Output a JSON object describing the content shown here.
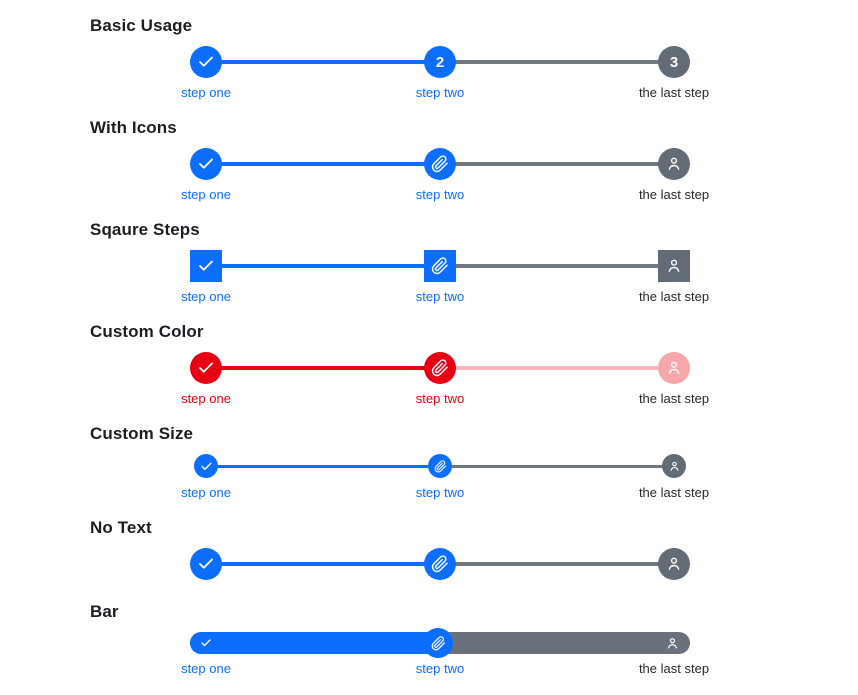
{
  "colors": {
    "accent_blue": "#0d6efd",
    "marker_gray": "#626c76",
    "line_gray": "#6f777f",
    "bar_gray": "#6a717b",
    "accent_red": "#e70013",
    "pale_red": "#f7a6aa",
    "label_dark": "#26292e",
    "title_dark": "#1b1f24"
  },
  "sections": [
    {
      "title": "Basic Usage",
      "variant": "basic",
      "steps": [
        {
          "label": "step one",
          "icon": "check-icon",
          "state": "done"
        },
        {
          "label": "step two",
          "marker_text": "2",
          "state": "active"
        },
        {
          "label": "the last step",
          "marker_text": "3",
          "state": "todo"
        }
      ]
    },
    {
      "title": "With Icons",
      "variant": "icons",
      "steps": [
        {
          "label": "step one",
          "icon": "check-icon",
          "state": "done"
        },
        {
          "label": "step two",
          "icon": "paperclip-icon",
          "state": "active"
        },
        {
          "label": "the last step",
          "icon": "user-icon",
          "state": "todo"
        }
      ]
    },
    {
      "title": "Sqaure Steps",
      "variant": "square",
      "steps": [
        {
          "label": "step one",
          "icon": "check-icon",
          "state": "done"
        },
        {
          "label": "step two",
          "icon": "paperclip-icon",
          "state": "active"
        },
        {
          "label": "the last step",
          "icon": "user-icon",
          "state": "todo"
        }
      ]
    },
    {
      "title": "Custom Color",
      "variant": "red",
      "steps": [
        {
          "label": "step one",
          "icon": "check-icon",
          "state": "done"
        },
        {
          "label": "step two",
          "icon": "paperclip-icon",
          "state": "active"
        },
        {
          "label": "the last step",
          "icon": "user-icon",
          "state": "todo"
        }
      ]
    },
    {
      "title": "Custom Size",
      "variant": "small",
      "steps": [
        {
          "label": "step one",
          "icon": "check-icon",
          "state": "done"
        },
        {
          "label": "step two",
          "icon": "paperclip-icon",
          "state": "active"
        },
        {
          "label": "the last step",
          "icon": "user-icon",
          "state": "todo"
        }
      ]
    },
    {
      "title": "No Text",
      "variant": "no-text",
      "steps": [
        {
          "label": "",
          "icon": "check-icon",
          "state": "done"
        },
        {
          "label": "",
          "icon": "paperclip-icon",
          "state": "active"
        },
        {
          "label": "",
          "icon": "user-icon",
          "state": "todo"
        }
      ]
    },
    {
      "title": "Bar",
      "variant": "bar",
      "steps": [
        {
          "label": "step one",
          "icon": "check-icon",
          "state": "done"
        },
        {
          "label": "step two",
          "icon": "paperclip-icon",
          "state": "active"
        },
        {
          "label": "the last step",
          "icon": "user-icon",
          "state": "todo"
        }
      ]
    }
  ]
}
